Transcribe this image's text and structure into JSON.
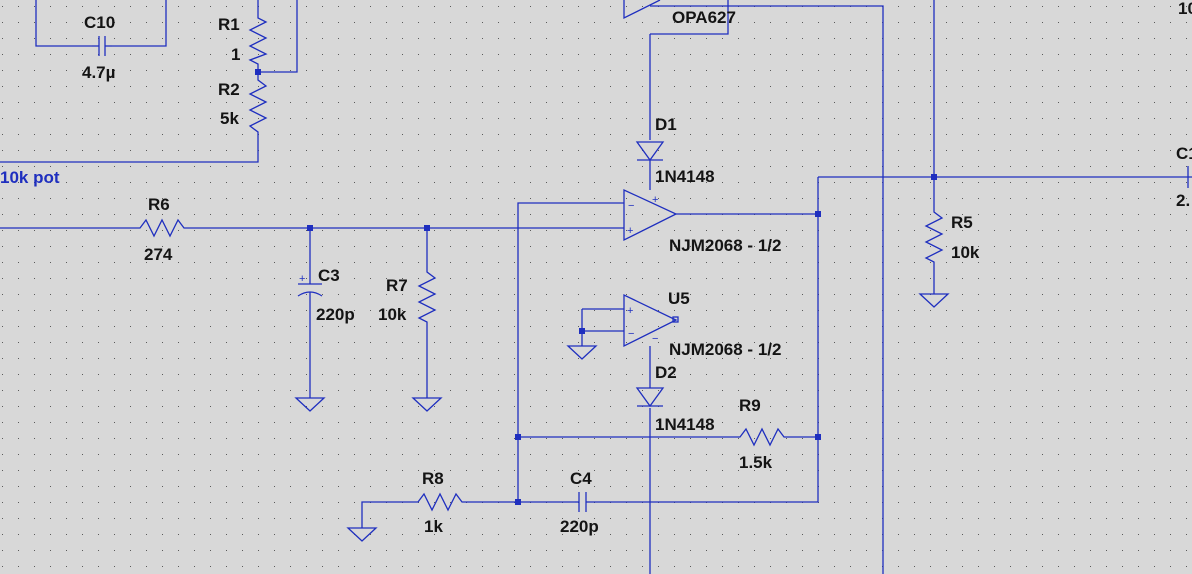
{
  "components": {
    "C10": {
      "ref": "C10",
      "value": "4.7µ"
    },
    "R1": {
      "ref": "R1",
      "value": "1"
    },
    "R2": {
      "ref": "R2",
      "value": "5k"
    },
    "R6": {
      "ref": "R6",
      "value": "274"
    },
    "C3": {
      "ref": "C3",
      "value": "220p"
    },
    "R7": {
      "ref": "R7",
      "value": "10k"
    },
    "R8": {
      "ref": "R8",
      "value": "1k"
    },
    "C4": {
      "ref": "C4",
      "value": "220p"
    },
    "R9": {
      "ref": "R9",
      "value": "1.5k"
    },
    "R5": {
      "ref": "R5",
      "value": "10k"
    },
    "D1": {
      "ref": "D1",
      "value": "1N4148"
    },
    "D2": {
      "ref": "D2",
      "value": "1N4148"
    },
    "U_top": {
      "value": "OPA627"
    },
    "U_main": {
      "value": "NJM2068 - 1/2"
    },
    "U5": {
      "ref": "U5",
      "value": "NJM2068 - 1/2"
    },
    "C_edge": {
      "ref_fragment": "C1",
      "value_fragment": "2."
    }
  },
  "net_labels": {
    "pot": "10k pot",
    "edge_fragment": "10"
  },
  "pin_marks": {
    "minus": "−",
    "plus": "+"
  },
  "colors": {
    "background": "#d8d8d8",
    "grid_dot": "#5a5a5a",
    "wire": "#1f2fbf",
    "text": "#141414"
  }
}
